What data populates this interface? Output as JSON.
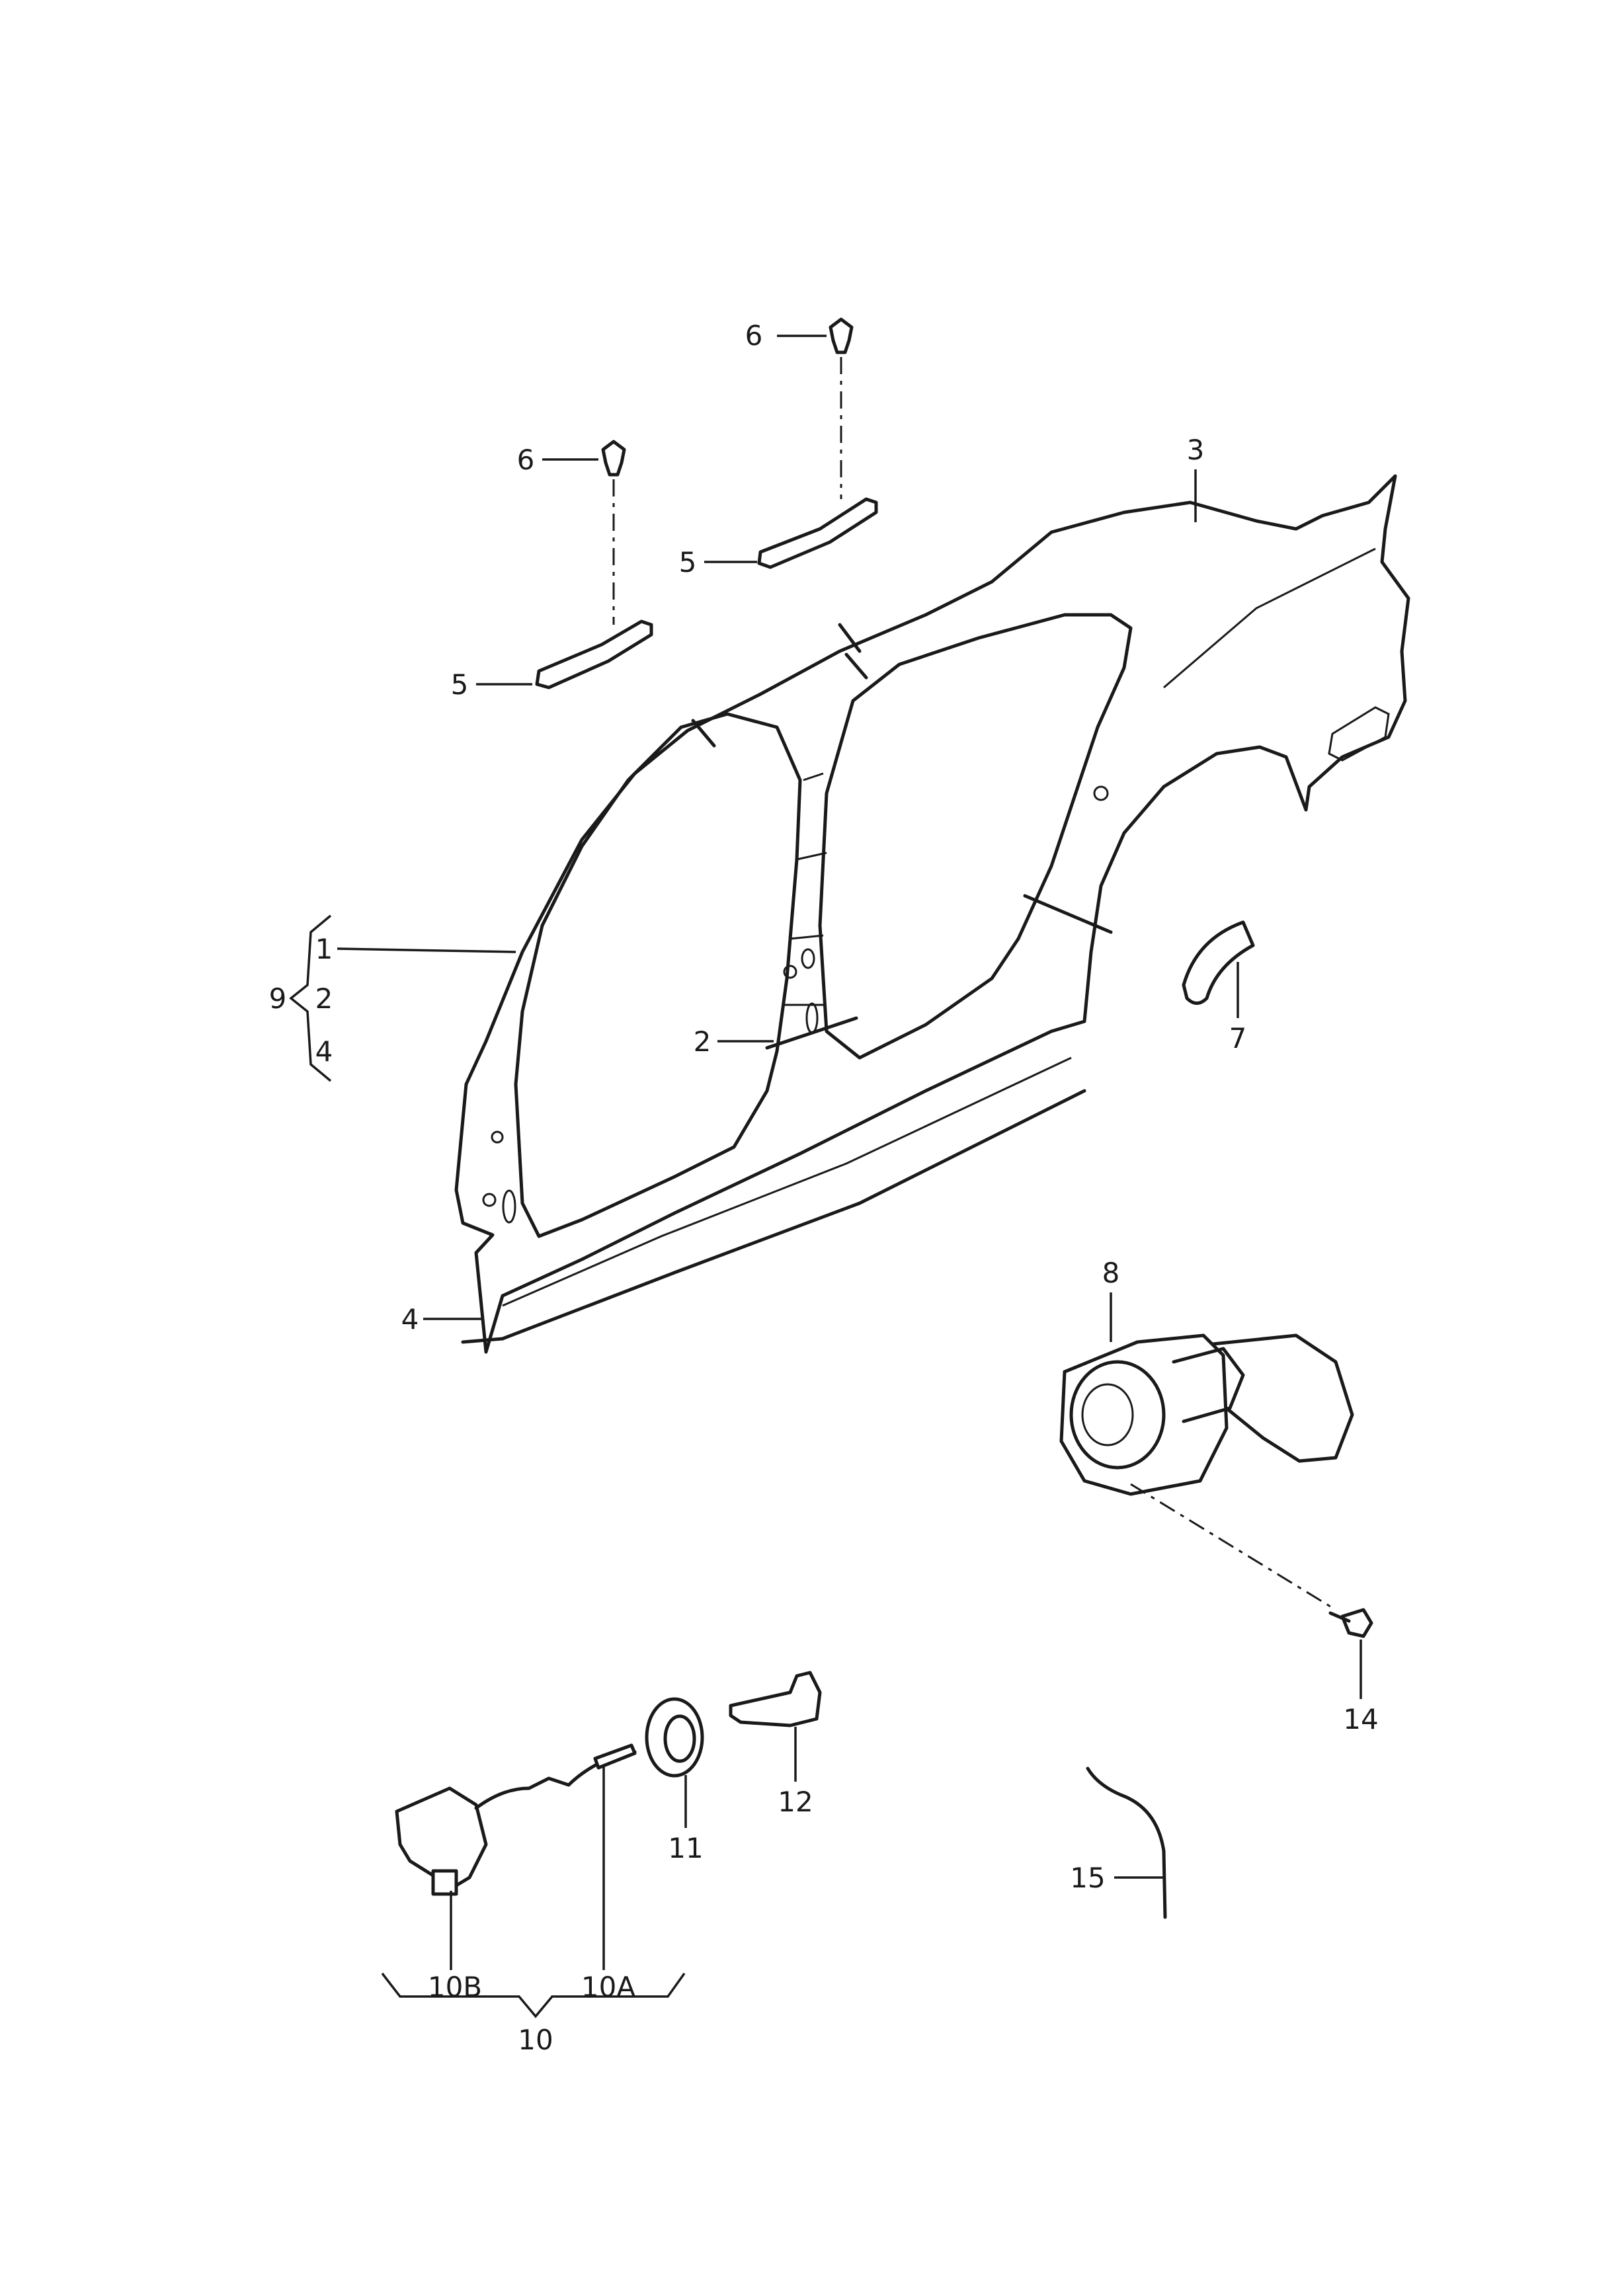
{
  "callouts": {
    "c1": "1",
    "c2a": "2",
    "c2b": "2",
    "c3": "3",
    "c4a": "4",
    "c4b": "4",
    "c5a": "5",
    "c5b": "5",
    "c6a": "6",
    "c6b": "6",
    "c7": "7",
    "c8": "8",
    "c9": "9",
    "c10": "10",
    "c10a": "10A",
    "c10b": "10B",
    "c11": "11",
    "c12": "12",
    "c14": "14",
    "c15": "15"
  }
}
